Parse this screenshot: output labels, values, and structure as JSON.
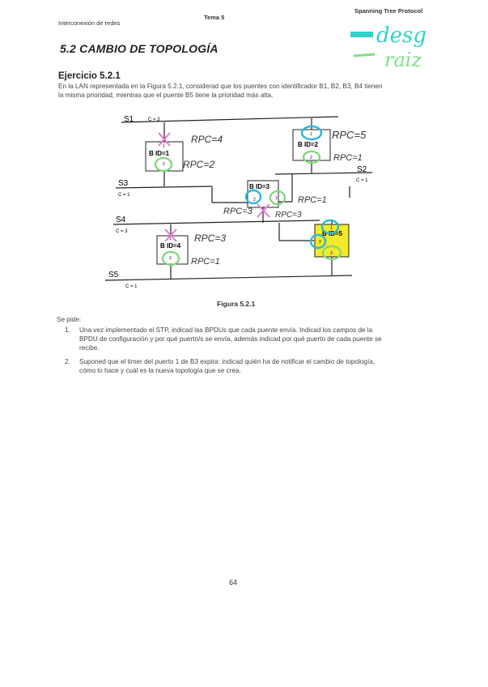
{
  "header": {
    "left": "Interconexión de redes",
    "center": "Tema 5",
    "right": "Spanning Tree Protocol"
  },
  "handwriting_top": {
    "line1": "desg",
    "line2": "raiz"
  },
  "section_title": "5.2  CAMBIO DE TOPOLOGÍA",
  "exercise_title": "Ejercicio 5.2.1",
  "intro_line1": "En la LAN representada en la Figura 5.2.1, considerad que los puentes con identificador B1, B2, B3, B4 tienen",
  "intro_line2": "la misma prioridad, mientras que el puente B5 tiene la prioridad más alta.",
  "figure": {
    "segments": [
      {
        "name": "S1",
        "cost": "C = 3"
      },
      {
        "name": "S2",
        "cost": "C = 1"
      },
      {
        "name": "S3",
        "cost": "C = 1"
      },
      {
        "name": "S4",
        "cost": "C = 3"
      },
      {
        "name": "S5",
        "cost": "C = 1"
      }
    ],
    "bridges": [
      {
        "label": "B ID=1",
        "ports": [
          "1",
          "2"
        ]
      },
      {
        "label": "B ID=2",
        "ports": [
          "1",
          "2"
        ]
      },
      {
        "label": "B ID=3",
        "ports": [
          "2",
          "1"
        ]
      },
      {
        "label": "B ID=4",
        "ports": [
          "1",
          "2"
        ]
      },
      {
        "label": "B ID=5",
        "ports": [
          "1",
          "2",
          "3"
        ]
      }
    ],
    "annotations": {
      "b1_top": "RPC=4",
      "b1_bottom": "RPC=2",
      "b2_top": "RPC=5",
      "b2_bottom": "RPC=1",
      "b3_right": "RPC=1",
      "b3_left": "RPC=3",
      "b3_below": "RPC=3",
      "b4_top": "RPC=3",
      "b4_bottom": "RPC=1"
    },
    "colors": {
      "root_port": "#2bb8d8",
      "designated_port": "#7fd47a",
      "blocked_port": "#e07ad0",
      "root_bridge_fill": "#f2ea2a"
    },
    "caption": "Figura 5.2.1"
  },
  "se_pide": "Se pide:",
  "questions": [
    {
      "num": "1.",
      "line1": "Una vez implementado el STP, indicad las BPDUs que cada puente envía. Indicad los campos de la",
      "line2": "BPDU de configuración y por qué puerto/s se envía, además indicad por qué puerto de cada puente se",
      "line3": "recibe."
    },
    {
      "num": "2.",
      "line1": "Suponed que el timer del puerto 1 de B3 expira: indicad quién ha de notificar el cambio de topología,",
      "line2": "cómo lo hace y cuál es la nueva topología que se crea.",
      "line3": ""
    }
  ],
  "page_number": "64"
}
